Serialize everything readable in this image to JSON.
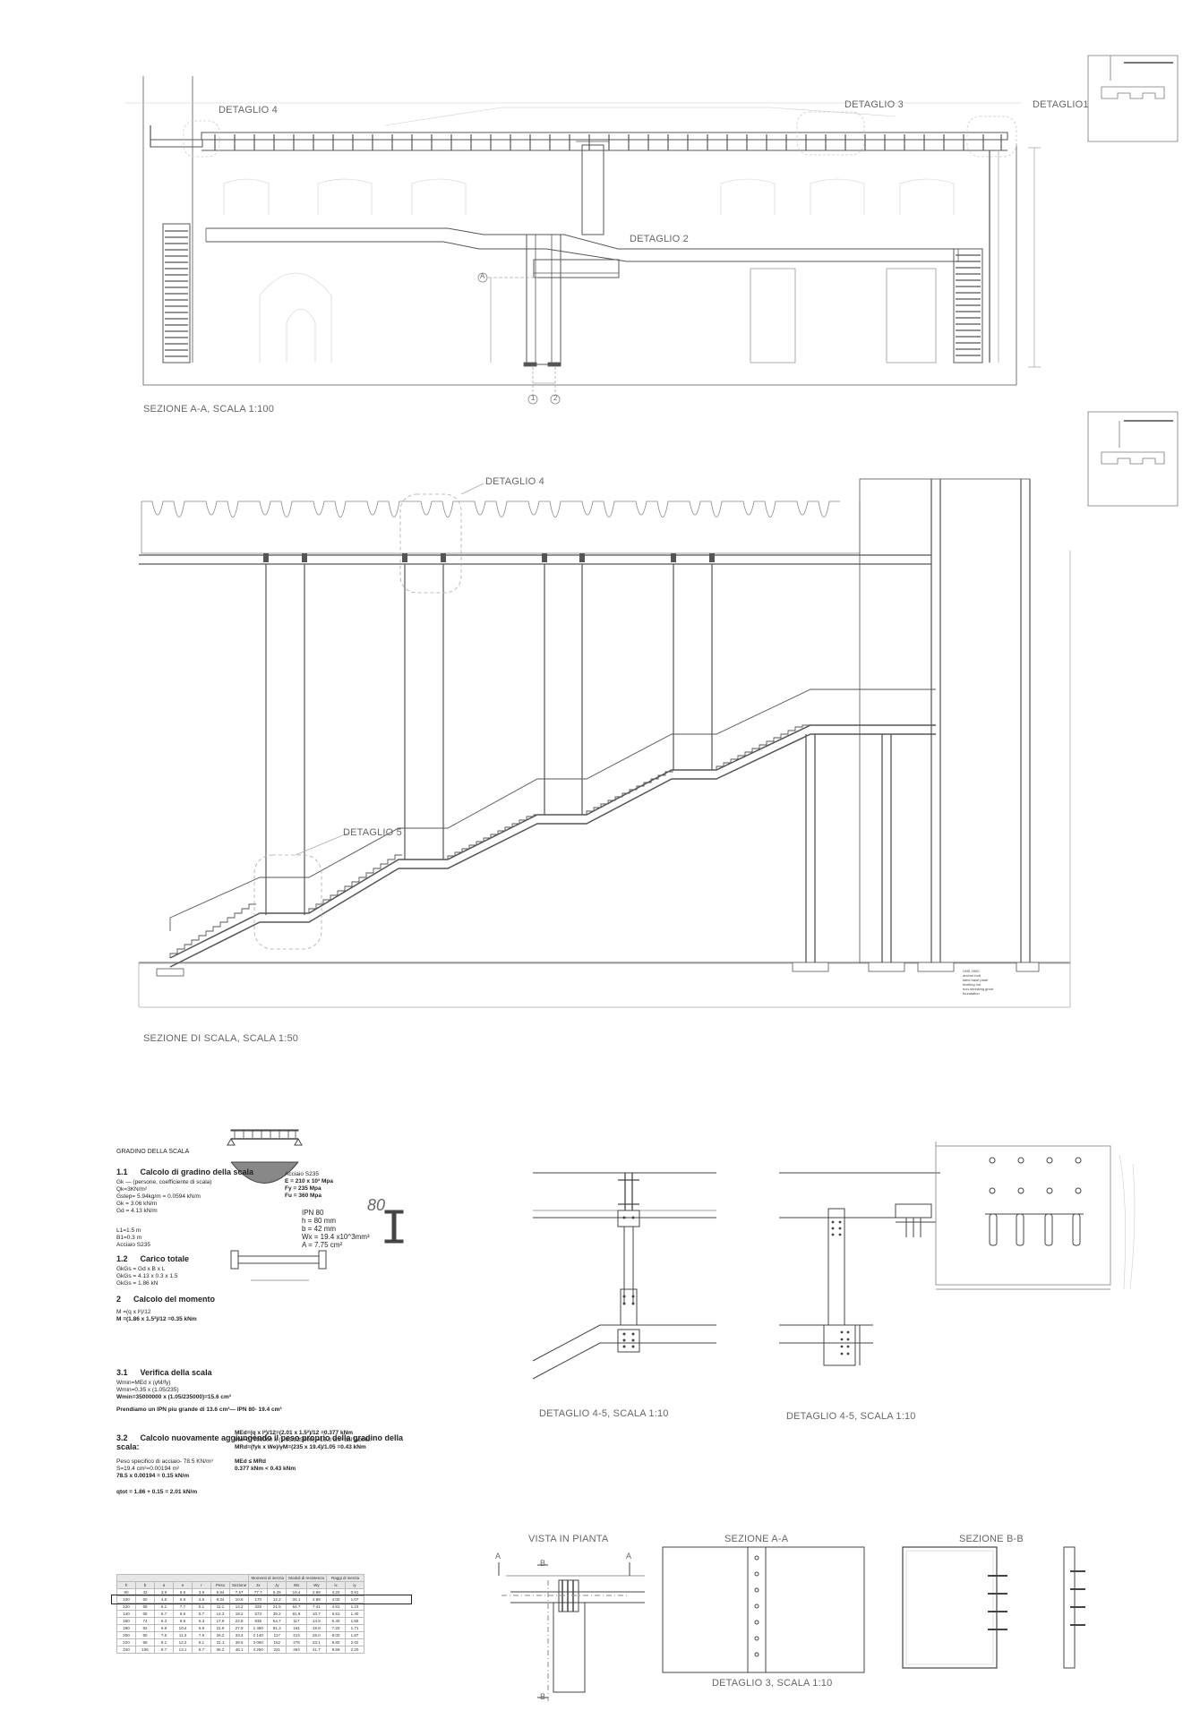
{
  "sections": {
    "sez_aa_title": "SEZIONE A-A, SCALA 1:100",
    "sez_scala_title": "SEZIONE DI SCALA, SCALA 1:50",
    "det4_label": "DETAGLIO 4",
    "det3_label": "DETAGLIO 3",
    "det1_label": "DETAGLIO1",
    "det2_label": "DETAGLIO 2",
    "det4b_label": "DETAGLIO 4",
    "det5_label": "DETAGLIO 5",
    "axis_a": "A",
    "axis_1": "1",
    "axis_2": "2",
    "cad_note": [
      "UNS 2500",
      "anchor bolt",
      "steel base plate",
      "leveling nut",
      "non-shrinking grout",
      "foundation"
    ]
  },
  "details": {
    "det45a_title": "DETAGLIO 4-5, SCALA 1:10",
    "det45b_title": "DETAGLIO 4-5, SCALA 1:10",
    "pianta_title": "VISTA IN PIANTA",
    "sez_a_title": "SEZIONE A-A",
    "sez_b_title": "SEZIONE B-B",
    "det3_title": "DETAGLIO 3, SCALA 1:10",
    "marker_a": "A",
    "marker_b": "B"
  },
  "calc": {
    "title": "GRADINO DELLA SCALA",
    "s11_num": "1.1",
    "s11_title": "Calcolo di gradino della scala",
    "s11_lines": [
      "Gk — (persone, coefficiente di scala)",
      "Qk=3KN/m²",
      "Gstep= 5.94kg/m = 0.0594 kN/m",
      "Gk = 3.06 kN/m",
      "Gd = 4.13 kN/m"
    ],
    "steel_lines": [
      "Acciaio S235",
      "E = 210 x 10³ Mpa",
      "Fy = 235 Mpa",
      "Fu = 360 Mpa"
    ],
    "geom_lines": [
      "L1=1.5 m",
      "B1=0.3 m",
      "Acciaio S235"
    ],
    "s12_num": "1.2",
    "s12_title": "Carico totale",
    "s12_lines": [
      "GkGs = Gd x B x L",
      "GkGs = 4.13 x 0.3 x 1.5",
      "GkGs = 1.86 kN"
    ],
    "s2_num": "2",
    "s2_title": "Calcolo del momento",
    "s2_lines": [
      "M =(q x l²)/12",
      "M =(1.86 x 1.5²)/12 =0.35 kNm"
    ],
    "s31_num": "3.1",
    "s31_title": "Verifica della scala",
    "s31_lines": [
      "Wmin=MEd x (γM/fy)",
      "Wmin=0.35 x (1.05/235)",
      "Wmin=35000000 x (1.05/235000)=15.6 cm³"
    ],
    "s31_note": "Prendiamo un IPN piu grande di 13.6 cm³— IPN 80- 19.4 cm³",
    "ipn_lines": [
      "IPN 80",
      "h = 80 mm",
      "b = 42 mm",
      "Wx = 19.4 x10^3mm³",
      "A = 7.75 cm²"
    ],
    "ipn_big": "80",
    "s32_num": "3.2",
    "s32_title": "Calcolo nuovamente aggiungendo il peso proprio della gradino della scala:",
    "s32_left": [
      "Peso specifico di acciaio- 78.5 KN/m³",
      "S=19.4 cm²=0.00194 m²",
      "78.5 x 0.00194 = 0.15 kN/m"
    ],
    "s32_total": "qtot = 1.86 + 0.15 = 2.01 kN/m",
    "s32_right": [
      "MEd=(q x l²)/12=(2.01 x 1.5²)/12 =0.377 kNm",
      "We=37700000 x (1.05/235000)  =16.8 cm³   dal tabela:",
      "MRd=(fyk x We)/γM=(235 x 19.4)/1.05 =0.43 kNm"
    ],
    "check_lines": [
      "MEd ≤ MRd",
      "0.377 kNm < 0.43 kNm"
    ]
  },
  "table": {
    "headers": [
      "h",
      "b",
      "a",
      "e",
      "r",
      "Peso",
      "Sezione",
      "Jx",
      "Jy",
      "Wx",
      "Wy",
      "ix",
      "iy"
    ],
    "group_headers": [
      "Momenti di inerzia",
      "Moduli di resistenza",
      "Raggi di inerzia"
    ],
    "rows": [
      [
        "80",
        "42",
        "3.9",
        "5.9",
        "3.9",
        "5.94",
        "7.57",
        "77.7",
        "6.29",
        "19.4",
        "2.99",
        "3.20",
        "0.91"
      ],
      [
        "100",
        "50",
        "4.5",
        "6.8",
        "4.5",
        "8.34",
        "10.6",
        "170",
        "12.2",
        "34.1",
        "4.88",
        "4.00",
        "1.07"
      ],
      [
        "120",
        "58",
        "5.1",
        "7.7",
        "5.1",
        "11.1",
        "14.2",
        "328",
        "21.5",
        "54.7",
        "7.41",
        "4.81",
        "1.23"
      ],
      [
        "140",
        "66",
        "5.7",
        "8.6",
        "5.7",
        "14.3",
        "18.2",
        "573",
        "35.2",
        "81.9",
        "10.7",
        "5.61",
        "1.40"
      ],
      [
        "160",
        "74",
        "6.3",
        "9.5",
        "6.3",
        "17.9",
        "22.8",
        "935",
        "54.7",
        "117",
        "14.8",
        "6.40",
        "1.55"
      ],
      [
        "180",
        "82",
        "6.9",
        "10.4",
        "6.9",
        "21.9",
        "27.9",
        "1 450",
        "81.3",
        "161",
        "19.8",
        "7.20",
        "1.71"
      ],
      [
        "200",
        "90",
        "7.5",
        "11.3",
        "7.5",
        "26.2",
        "33.4",
        "2 140",
        "117",
        "214",
        "26.0",
        "8.00",
        "1.87"
      ],
      [
        "220",
        "98",
        "8.1",
        "12.2",
        "8.1",
        "31.1",
        "39.5",
        "3 060",
        "162",
        "278",
        "33.1",
        "8.80",
        "2.02"
      ],
      [
        "240",
        "106",
        "8.7",
        "13.1",
        "8.7",
        "36.2",
        "46.1",
        "4 250",
        "221",
        "354",
        "41.7",
        "9.59",
        "2.20"
      ]
    ]
  }
}
